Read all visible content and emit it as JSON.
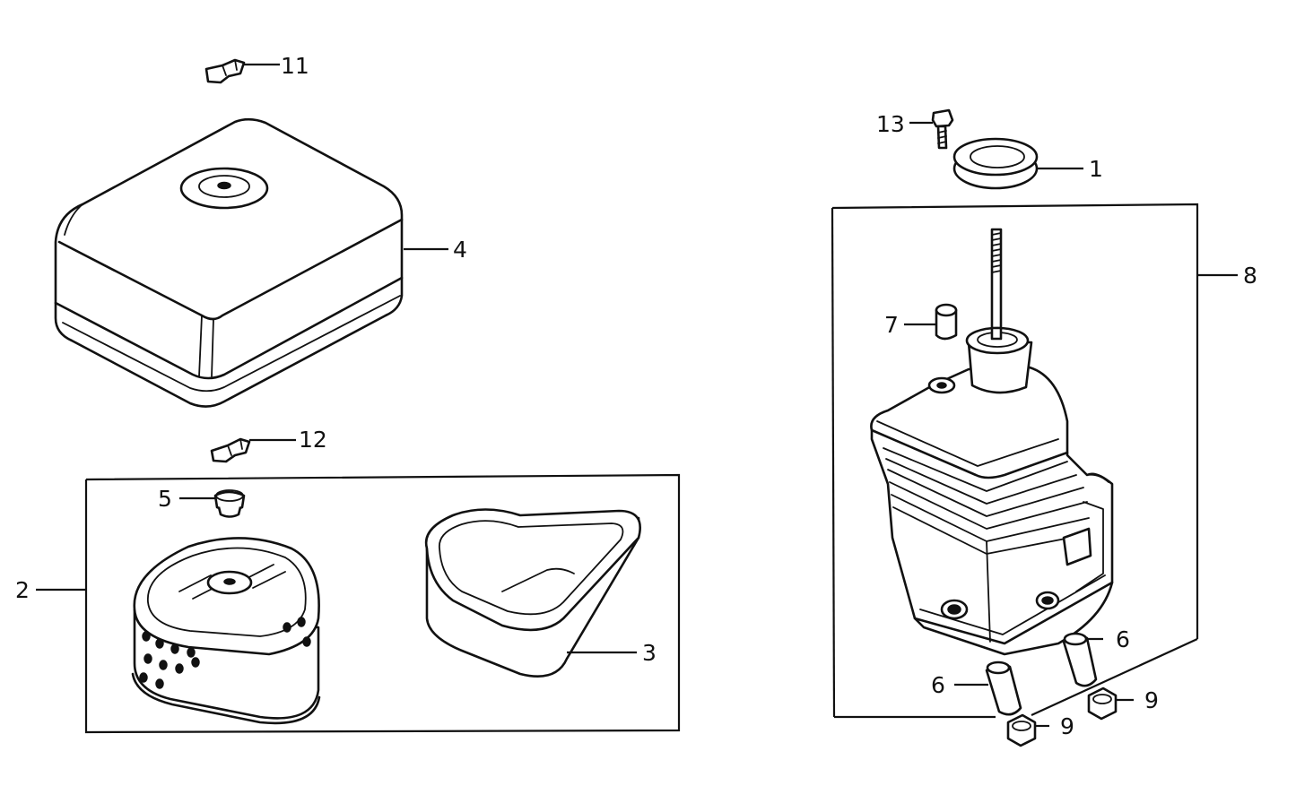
{
  "diagram": {
    "callouts": {
      "c1": "1",
      "c2": "2",
      "c3": "3",
      "c4": "4",
      "c5": "5",
      "c6a": "6",
      "c6b": "6",
      "c7": "7",
      "c8": "8",
      "c9a": "9",
      "c9b": "9",
      "c11": "11",
      "c12": "12",
      "c13": "13"
    }
  }
}
